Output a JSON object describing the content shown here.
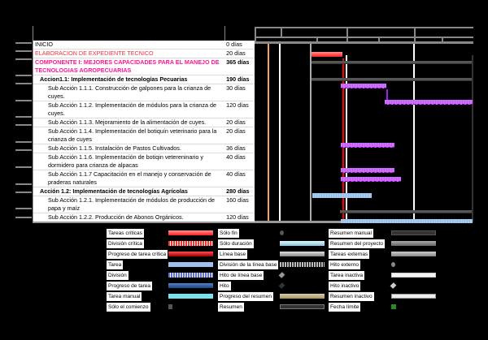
{
  "tasks": [
    {
      "name": "INICIO",
      "duration": "0 días",
      "level": 0,
      "style": "normal"
    },
    {
      "name": "ELABORACION DE EXPEDIENTE TECNICO",
      "duration": "20 días",
      "level": 0,
      "style": "critical"
    },
    {
      "name": "COMPONENTE I: MEJORES CAPACIDADES PARA EL MANEJO DE TECNOLOGIAS AGROPECUARIAS",
      "duration": "365 días",
      "level": 0,
      "style": "component"
    },
    {
      "name": "Accion1.1: Implementación de tecnologías Pecuarias",
      "duration": "190 días",
      "level": 1,
      "style": "bold"
    },
    {
      "name": "Sub Acción 1.1.1. Construcción de galpones para la crianza de cuyes.",
      "duration": "30 días",
      "level": 2,
      "style": "normal"
    },
    {
      "name": "Sub Acción 1.1.2. Implementación de módulos para la crianza de cuyes.",
      "duration": "120 días",
      "level": 2,
      "style": "normal"
    },
    {
      "name": "Sub Acción 1.1.3. Mejoramiento de la alimentación de cuyes.",
      "duration": "20 días",
      "level": 2,
      "style": "normal"
    },
    {
      "name": "Sub Acción 1.1.4. Implementación del botiquín veterinario para la crianza de cuyes",
      "duration": "20 días",
      "level": 2,
      "style": "normal"
    },
    {
      "name": "Sub Acción 1.1.5. Instalación de Pastos Cultivados.",
      "duration": "36 días",
      "level": 2,
      "style": "normal"
    },
    {
      "name": "Sub Acción 1.1.6. Implementación de botiqin vetereninario y dormidero para crianza de alpacas",
      "duration": "40 días",
      "level": 2,
      "style": "normal"
    },
    {
      "name": "Sub Acción 1.1.7 Capacitación en el manejo y conservación de praderas naturales",
      "duration": "40 días",
      "level": 2,
      "style": "normal"
    },
    {
      "name": "Acción 1.2: Implementación de tecnologías Agrícolas",
      "duration": "280 días",
      "level": 1,
      "style": "bold"
    },
    {
      "name": "Sub Acción 1.2.1. Implementación de módulos de producción de papa y maíz",
      "duration": "160 días",
      "level": 2,
      "style": "normal"
    },
    {
      "name": "Sub Acción 1.2.2. Producción de Abonos Orgánicos.",
      "duration": "120 días",
      "level": 2,
      "style": "normal"
    }
  ],
  "gantt": {
    "colors": {
      "critical": "#ff2020",
      "task_purple": "#d070ff",
      "task_blue": "#a8cbf0",
      "summary": "#555555",
      "status_line": "#ff0000",
      "project_start_line": "#f4a460",
      "gridline": "#ffffff"
    }
  },
  "legend": {
    "col1": [
      "Tareas críticas",
      "División crítica",
      "Progreso de tarea crítica",
      "Tarea",
      "División",
      "Progreso de tarea",
      "Tarea manual",
      "Sólo el comienzo"
    ],
    "col2": [
      "Sólo fin",
      "Sólo duración",
      "Línea base",
      "División de la línea base",
      "Hito de línea base",
      "Hito",
      "Progreso del resumen",
      "Resumen"
    ],
    "col3": [
      "Resumen manual",
      "Resumen del proyecto",
      "Tareas externas",
      "Hito externo",
      "Tarea inactiva",
      "Hito inactivo",
      "Resumen inactivo",
      "Fecha límite"
    ]
  }
}
